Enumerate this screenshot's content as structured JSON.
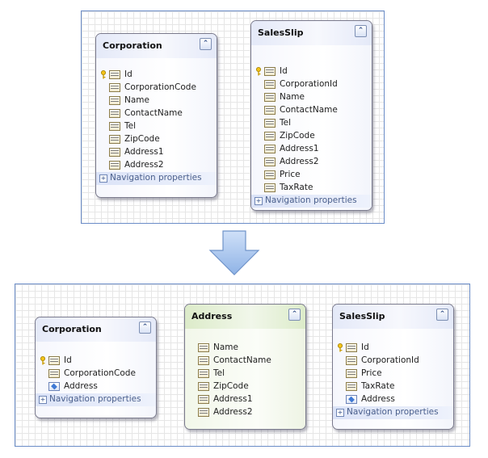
{
  "top": {
    "corporation": {
      "title": "Corporation",
      "collapse": "⌃",
      "properties": [
        {
          "label": "Id",
          "key": true,
          "kind": "scalar"
        },
        {
          "label": "CorporationCode",
          "key": false,
          "kind": "scalar"
        },
        {
          "label": "Name",
          "key": false,
          "kind": "scalar"
        },
        {
          "label": "ContactName",
          "key": false,
          "kind": "scalar"
        },
        {
          "label": "Tel",
          "key": false,
          "kind": "scalar"
        },
        {
          "label": "ZipCode",
          "key": false,
          "kind": "scalar"
        },
        {
          "label": "Address1",
          "key": false,
          "kind": "scalar"
        },
        {
          "label": "Address2",
          "key": false,
          "kind": "scalar"
        }
      ],
      "nav_label": "Navigation properties"
    },
    "salesslip": {
      "title": "SalesSlip",
      "collapse": "⌃",
      "properties": [
        {
          "label": "Id",
          "key": true,
          "kind": "scalar"
        },
        {
          "label": "CorporationId",
          "key": false,
          "kind": "scalar"
        },
        {
          "label": "Name",
          "key": false,
          "kind": "scalar"
        },
        {
          "label": "ContactName",
          "key": false,
          "kind": "scalar"
        },
        {
          "label": "Tel",
          "key": false,
          "kind": "scalar"
        },
        {
          "label": "ZipCode",
          "key": false,
          "kind": "scalar"
        },
        {
          "label": "Address1",
          "key": false,
          "kind": "scalar"
        },
        {
          "label": "Address2",
          "key": false,
          "kind": "scalar"
        },
        {
          "label": "Price",
          "key": false,
          "kind": "scalar"
        },
        {
          "label": "TaxRate",
          "key": false,
          "kind": "scalar"
        }
      ],
      "nav_label": "Navigation properties"
    }
  },
  "bottom": {
    "corporation": {
      "title": "Corporation",
      "collapse": "⌃",
      "properties": [
        {
          "label": "Id",
          "key": true,
          "kind": "scalar"
        },
        {
          "label": "CorporationCode",
          "key": false,
          "kind": "scalar"
        },
        {
          "label": "Address",
          "key": false,
          "kind": "complex"
        }
      ],
      "nav_label": "Navigation properties"
    },
    "address": {
      "title": "Address",
      "collapse": "⌃",
      "properties": [
        {
          "label": "Name",
          "key": false,
          "kind": "scalar"
        },
        {
          "label": "ContactName",
          "key": false,
          "kind": "scalar"
        },
        {
          "label": "Tel",
          "key": false,
          "kind": "scalar"
        },
        {
          "label": "ZipCode",
          "key": false,
          "kind": "scalar"
        },
        {
          "label": "Address1",
          "key": false,
          "kind": "scalar"
        },
        {
          "label": "Address2",
          "key": false,
          "kind": "scalar"
        }
      ]
    },
    "salesslip": {
      "title": "SalesSlip",
      "collapse": "⌃",
      "properties": [
        {
          "label": "Id",
          "key": true,
          "kind": "scalar"
        },
        {
          "label": "CorporationId",
          "key": false,
          "kind": "scalar"
        },
        {
          "label": "Price",
          "key": false,
          "kind": "scalar"
        },
        {
          "label": "TaxRate",
          "key": false,
          "kind": "scalar"
        },
        {
          "label": "Address",
          "key": false,
          "kind": "complex"
        }
      ],
      "nav_label": "Navigation properties"
    }
  },
  "colors": {
    "entity_header_blue": "#e4e9f8",
    "entity_header_green": "#dcebc9",
    "arrow_fill": "#a9c6ef",
    "canvas_border": "#6a8cc7"
  }
}
